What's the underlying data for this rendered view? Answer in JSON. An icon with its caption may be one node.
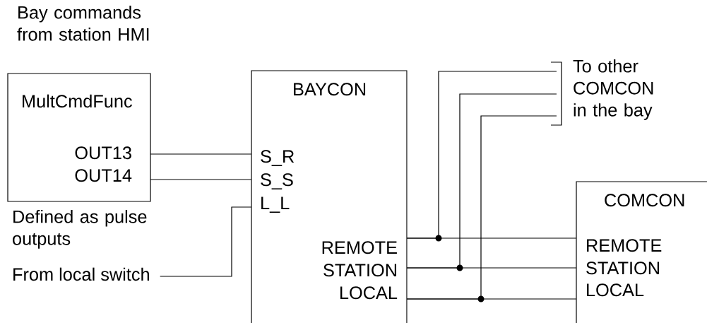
{
  "diagram": {
    "nodes": [
      {
        "text": [
          "MultCmdFunc",
          "OUT13",
          "OUT14"
        ],
        "beside": [
          "Bay commands from station HMI",
          "Defined as pulse outputs"
        ]
      },
      {
        "text": [
          "BAYCON",
          "S_R",
          "S_S",
          "L_L",
          "REMOTE",
          "STATION",
          "LOCAL"
        ]
      },
      {
        "text": [
          "COMCON",
          "REMOTE",
          "STATION",
          "LOCAL"
        ]
      },
      {
        "text": [
          "From local switch"
        ]
      },
      {
        "text": [
          "To other COMCON in the bay"
        ]
      }
    ],
    "edges": [
      {
        "from": 0,
        "to": 1,
        "arrow": "none"
      },
      {
        "from": 0,
        "to": 1,
        "arrow": "none"
      },
      {
        "from": 3,
        "to": 1,
        "arrow": "none"
      },
      {
        "from": 1,
        "to": 2,
        "arrow": "none"
      },
      {
        "from": 1,
        "to": 2,
        "arrow": "none"
      },
      {
        "from": 1,
        "to": 2,
        "arrow": "none"
      },
      {
        "from": 1,
        "to": 4,
        "arrow": "none"
      },
      {
        "from": 1,
        "to": 4,
        "arrow": "none"
      },
      {
        "from": 1,
        "to": 4,
        "arrow": "none"
      }
    ]
  }
}
